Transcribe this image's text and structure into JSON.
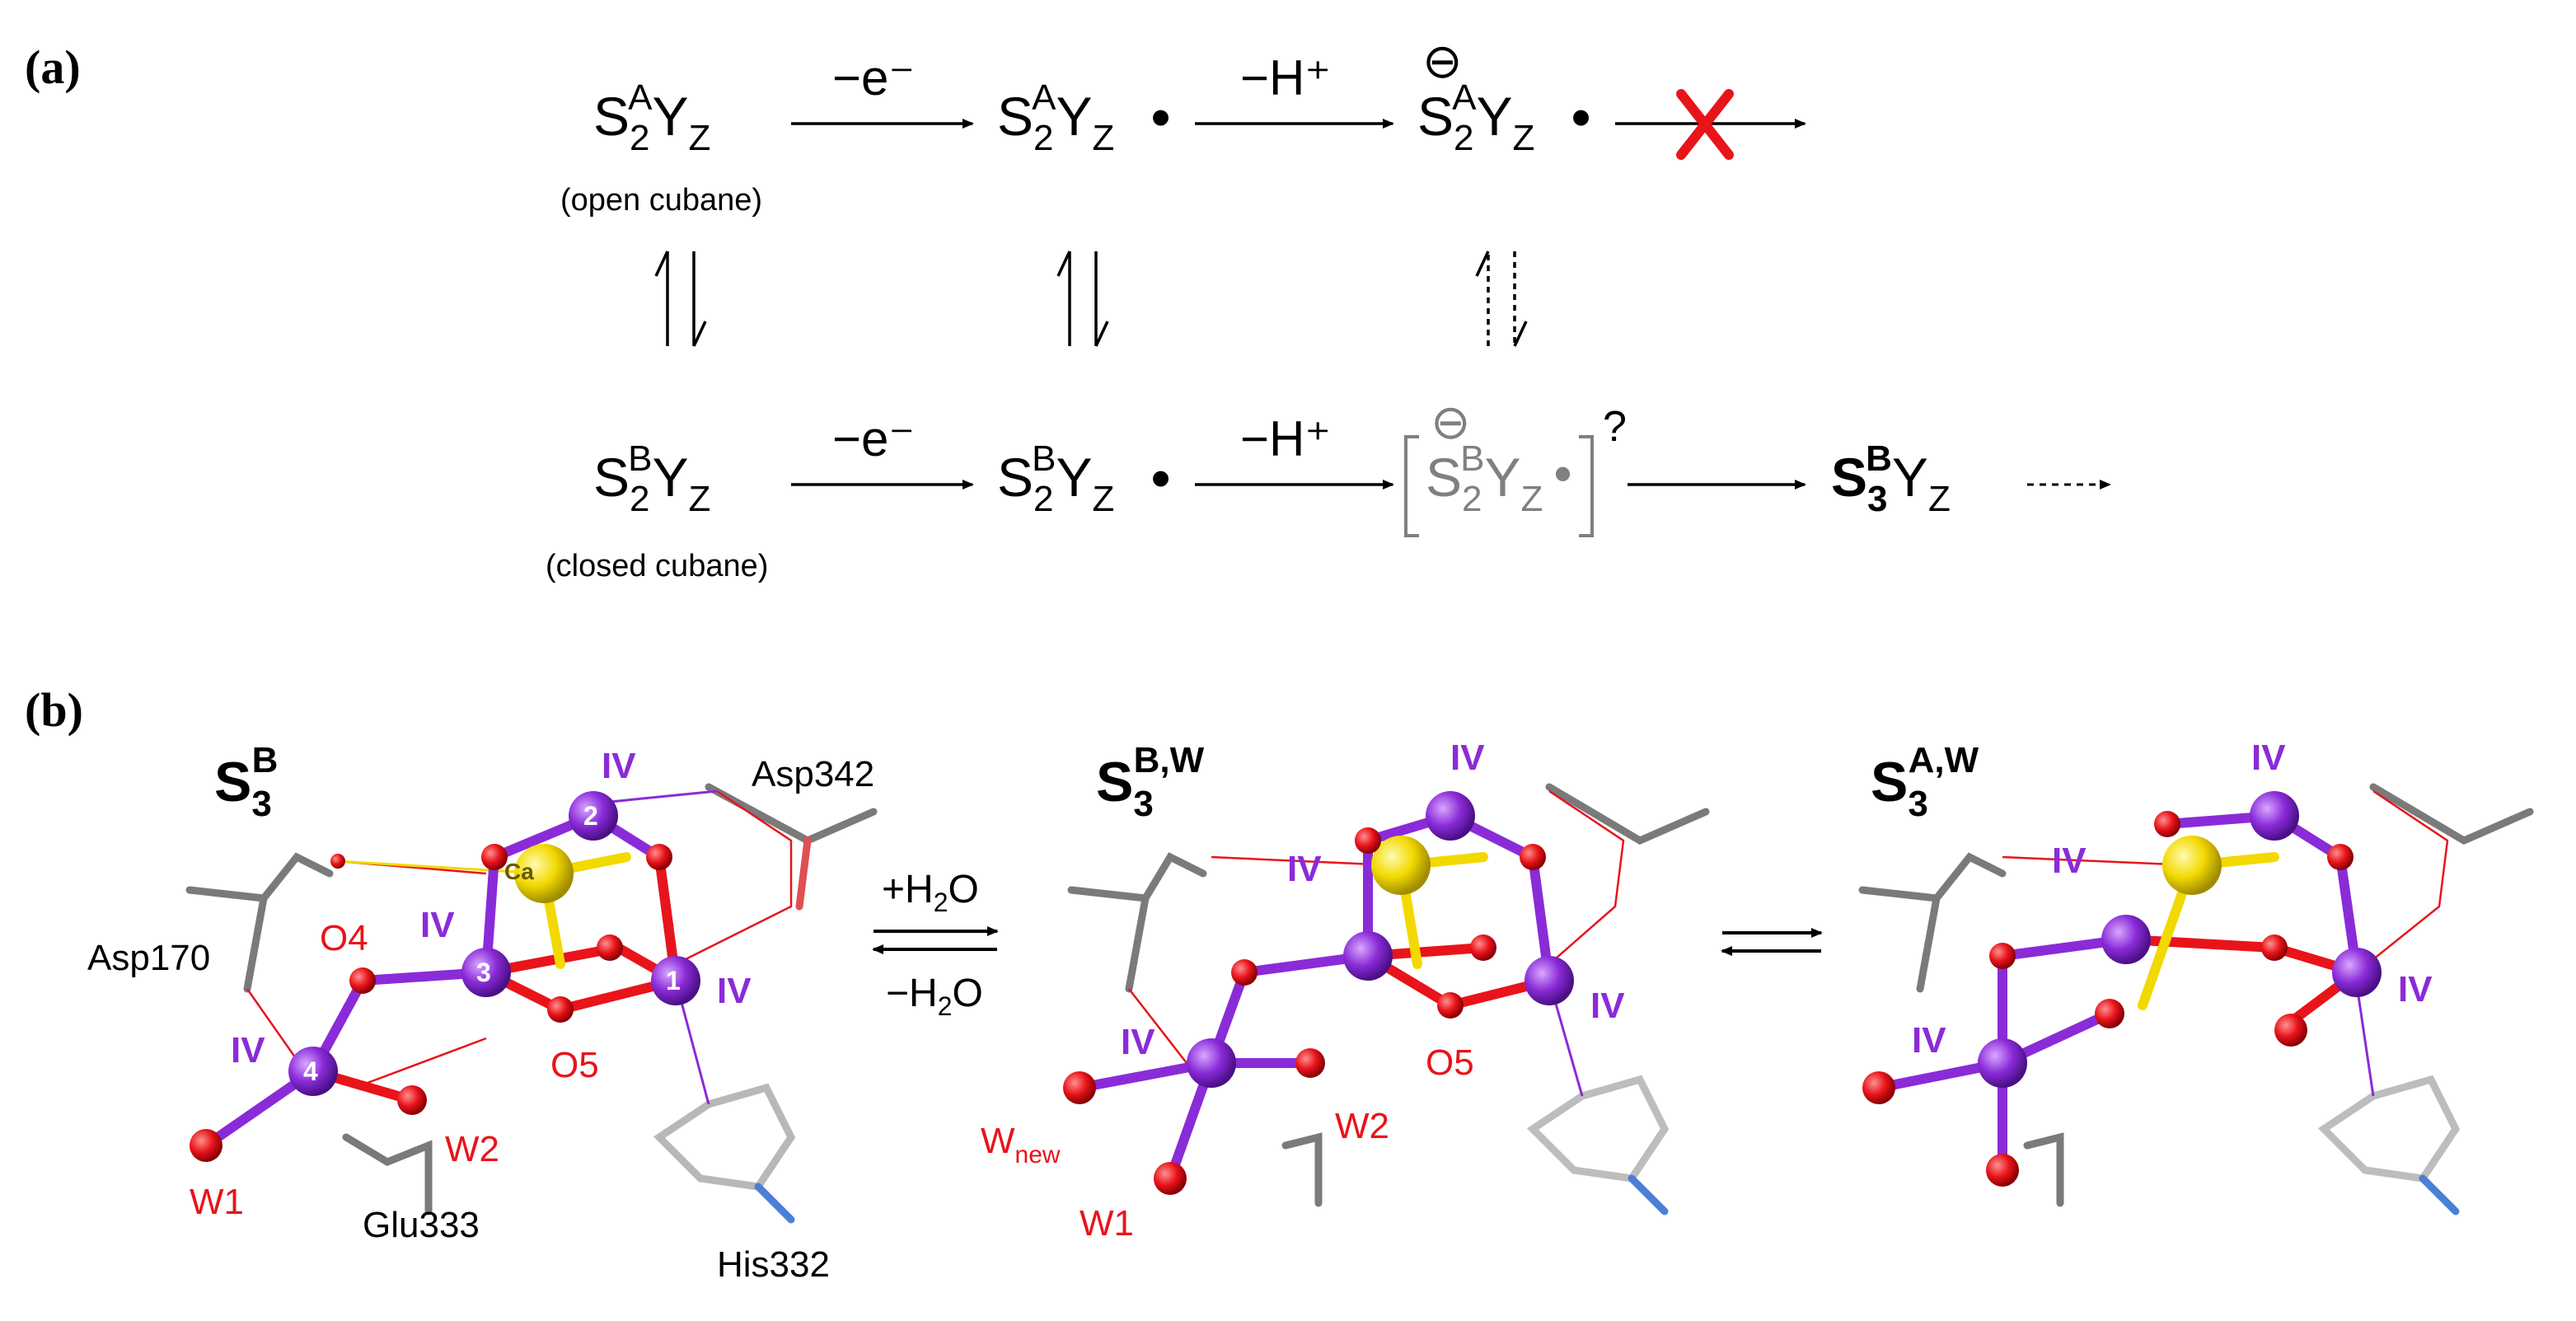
{
  "panels": {
    "a": "(a)",
    "b": "(b)"
  },
  "scheme": {
    "species": {
      "S": "S",
      "Y": "Y",
      "sub2": "2",
      "sub3": "3",
      "subZ": "Z",
      "supA": "A",
      "supB": "B"
    },
    "steps": {
      "minus_e": "−e⁻",
      "minus_h": "−H⁺"
    },
    "labels": {
      "open_cubane": "(open cubane)",
      "closed_cubane": "(closed cubane)",
      "question": "?",
      "anion": "⊖"
    },
    "colors": {
      "blocked_cross": "#e8141a",
      "tentative": "#808080"
    }
  },
  "structures": {
    "titles": {
      "s3b": {
        "base": "S",
        "sub": "3",
        "sup": "B"
      },
      "s3bw": {
        "base": "S",
        "sub": "3",
        "sup": "B,W"
      },
      "s3aw": {
        "base": "S",
        "sub": "3",
        "sup": "A,W"
      }
    },
    "equilibrium": {
      "plus_water": "+H",
      "minus_water": "−H",
      "water_sub": "2",
      "water_o": "O"
    },
    "s3b_labels": {
      "asp342": "Asp342",
      "asp170": "Asp170",
      "glu333": "Glu333",
      "his332": "His332",
      "o4": "O4",
      "o5": "O5",
      "w1": "W1",
      "w2": "W2",
      "ca": "Ca",
      "mn1": "1",
      "mn2": "2",
      "mn3": "3",
      "mn4": "4",
      "ox": "IV"
    },
    "s3bw_labels": {
      "o5": "O5",
      "w1": "W1",
      "w2": "W2",
      "wnew": "W",
      "wnew_sub": "new",
      "ox": "IV"
    },
    "s3aw_labels": {
      "ox": "IV"
    },
    "colors": {
      "mn": "#8a2bd8",
      "oxygen": "#e8141a",
      "calcium": "#f2d900",
      "carbon": "#808080",
      "nitrogen": "#4a7fd8",
      "hydrogen": "#e8e8e8"
    }
  }
}
